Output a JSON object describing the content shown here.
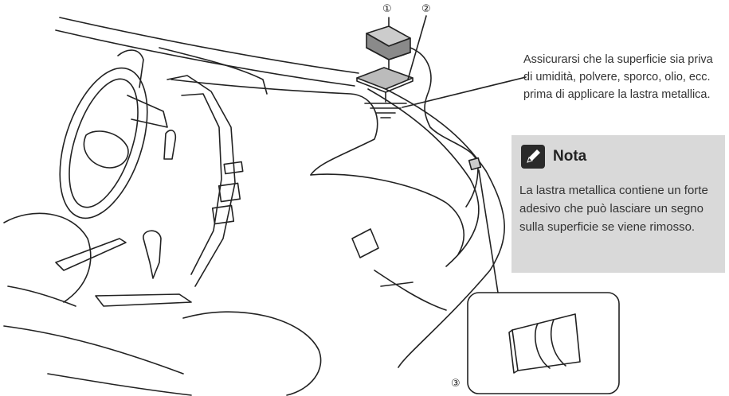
{
  "labels": {
    "antenna": "①",
    "metal_plate": "②",
    "clamp": "③"
  },
  "callout": {
    "text": "Assicurarsi che la superficie sia priva di umidità, polvere, sporco, olio, ecc. prima di applicare la lastra metallica."
  },
  "nota": {
    "icon": "pencil-icon",
    "title": "Nota",
    "text": "La lastra metallica contiene un forte adesivo che può lasciare un segno sulla superficie se viene rimosso.",
    "background": "#d9d9d9"
  }
}
